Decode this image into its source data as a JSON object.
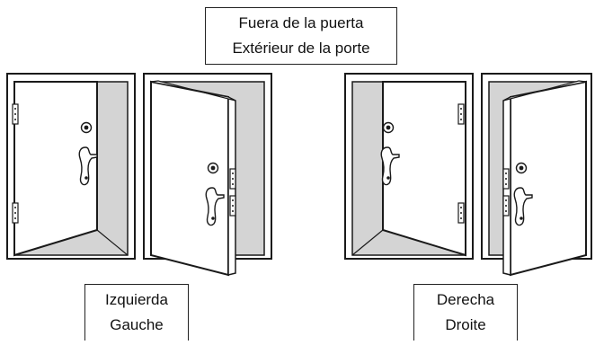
{
  "outside_label": {
    "line1": "Fuera de la puerta",
    "line2": "Extérieur de la porte"
  },
  "left_label": {
    "line1": "Izquierda",
    "line2": "Gauche"
  },
  "right_label": {
    "line1": "Derecha",
    "line2": "Droite"
  },
  "colors": {
    "stroke": "#1a1a1a",
    "frame_fill": "#ffffff",
    "opening_fill": "#d4d4d4",
    "door_fill": "#ffffff"
  }
}
